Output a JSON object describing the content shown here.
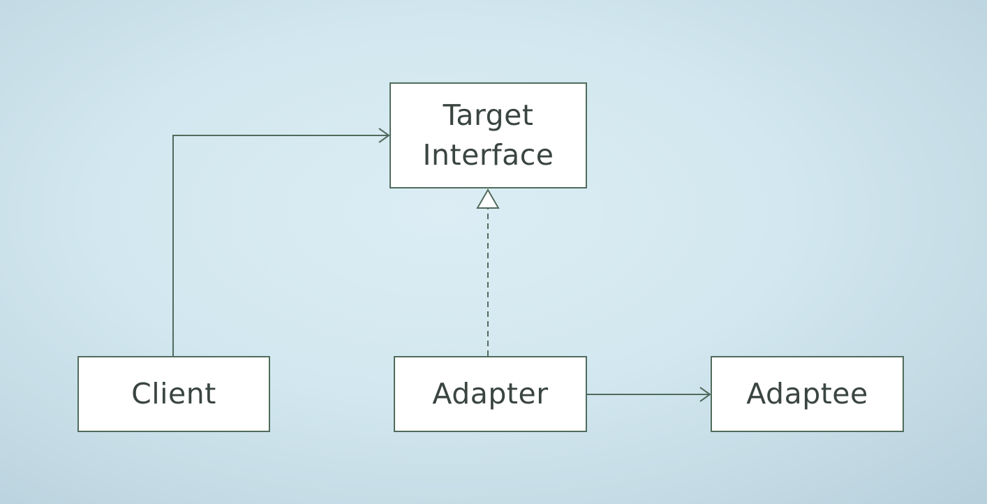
{
  "diagram": {
    "boxes": {
      "target": "Target\nInterface",
      "client": "Client",
      "adapter": "Adapter",
      "adaptee": "Adaptee"
    },
    "relations": [
      {
        "from": "Client",
        "to": "Target Interface",
        "kind": "association"
      },
      {
        "from": "Adapter",
        "to": "Target Interface",
        "kind": "realization"
      },
      {
        "from": "Adapter",
        "to": "Adaptee",
        "kind": "association"
      }
    ]
  },
  "colors": {
    "line": "#4f6b5c",
    "box_fill": "#ffffff",
    "text": "#3a4540"
  }
}
